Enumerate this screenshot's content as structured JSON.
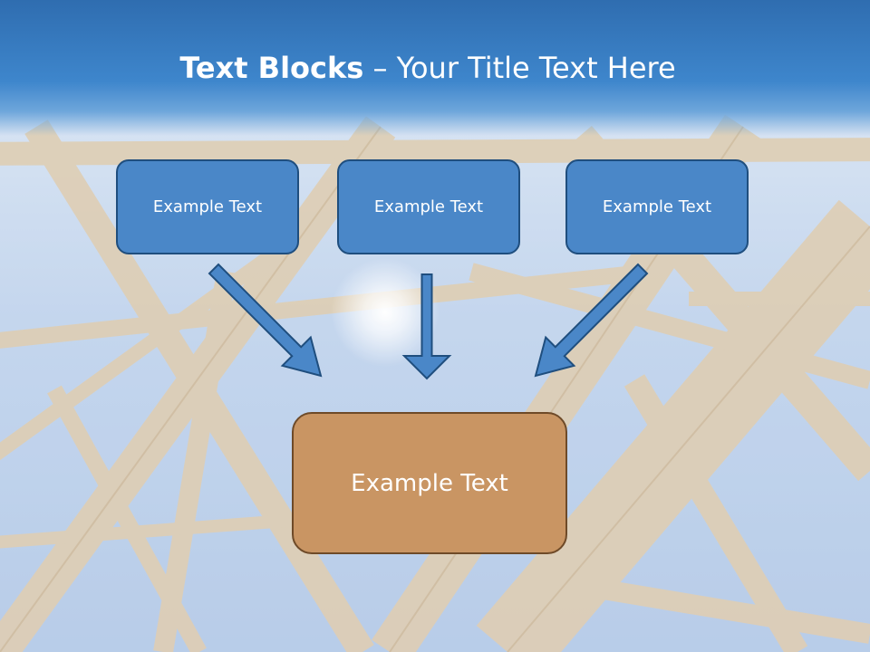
{
  "slide": {
    "title_bold": "Text Blocks",
    "title_dash": " – ",
    "title_rest": "Your Title Text Here"
  },
  "diagram": {
    "top_boxes": [
      {
        "label": "Example Text"
      },
      {
        "label": "Example Text"
      },
      {
        "label": "Example Text"
      }
    ],
    "center_box": {
      "label": "Example Text"
    }
  },
  "colors": {
    "header_blue": "#3e86cc",
    "box_blue": "#4a87c8",
    "box_blue_border": "#1f4e7e",
    "box_tan": "#c99563",
    "box_tan_border": "#6e4a28",
    "arrow_fill": "#4a87c8"
  }
}
